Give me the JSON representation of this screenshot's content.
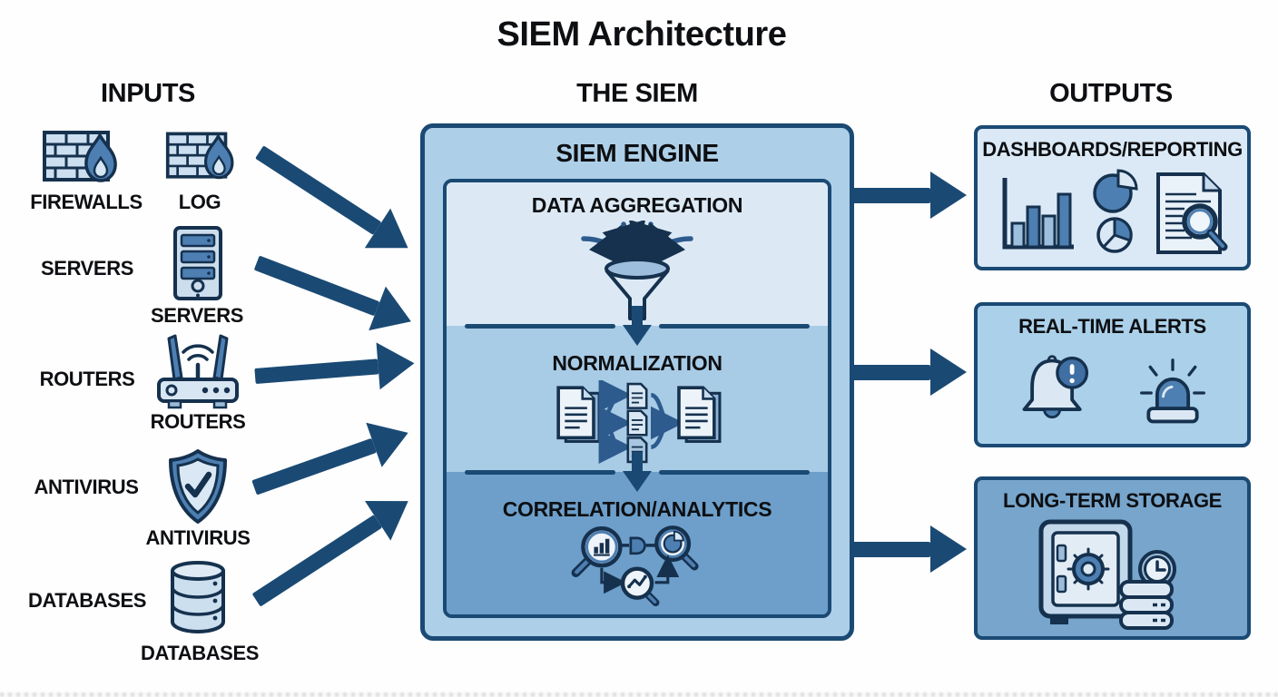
{
  "title": "SIEM Architecture",
  "headers": {
    "inputs": "INPUTS",
    "siem": "THE SIEM",
    "outputs": "OUTPUTS"
  },
  "inputs": {
    "firewall_row": [
      {
        "label": "FIREWALLS",
        "icon": "firewall-icon"
      },
      {
        "label": "LOG",
        "icon": "firewall-icon"
      }
    ],
    "rows": [
      {
        "label": "SERVERS",
        "caption": "SERVERS",
        "icon": "server-icon"
      },
      {
        "label": "ROUTERS",
        "caption": "ROUTERS",
        "icon": "router-icon"
      },
      {
        "label": "ANTIVIRUS",
        "caption": "ANTIVIRUS",
        "icon": "antivirus-shield-icon"
      },
      {
        "label": "DATABASES",
        "caption": "DATABASES",
        "icon": "database-icon"
      }
    ]
  },
  "siem_engine": {
    "title": "SIEM ENGINE",
    "stages": [
      {
        "label": "DATA AGGREGATION",
        "icon": "funnel-arrows-icon"
      },
      {
        "label": "NORMALIZATION",
        "icon": "document-transform-icon"
      },
      {
        "label": "CORRELATION/ANALYTICS",
        "icon": "analytics-magnifiers-icon"
      }
    ]
  },
  "outputs": {
    "boxes": [
      {
        "title": "DASHBOARDS/REPORTING",
        "icons": [
          "bar-chart-icon",
          "pie-charts-icon",
          "report-magnifier-icon"
        ]
      },
      {
        "title": "REAL-TIME ALERTS",
        "icons": [
          "alert-bell-icon",
          "siren-icon"
        ]
      },
      {
        "title": "LONG-TERM STORAGE",
        "icons": [
          "vault-icon",
          "disk-stack-icon",
          "clock-icon"
        ]
      }
    ]
  },
  "colors": {
    "arrow_navy": "#1a4a74",
    "outline_ink": "#15314e",
    "engine_bg": "#aecfe8",
    "stage_aggregation_bg": "#dce9f5",
    "stage_normalization_bg": "#a8cbe6",
    "stage_correlation_bg": "#6d9fca",
    "output_dashboards_bg": "#dbe9f6",
    "output_alerts_bg": "#abd0ea",
    "output_storage_bg": "#77a5cc",
    "icon_steel": "#4d7fb2",
    "icon_light": "#d9e6f2"
  }
}
